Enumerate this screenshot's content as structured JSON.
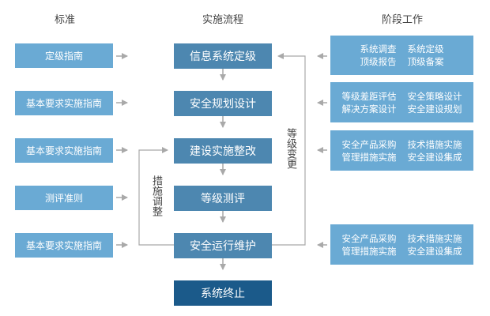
{
  "headers": {
    "standard": "标准",
    "process": "实施流程",
    "work": "阶段工作"
  },
  "standards": [
    "定级指南",
    "基本要求实施指南",
    "基本要求实施指南",
    "测评准则",
    "基本要求实施指南"
  ],
  "process": [
    "信息系统定级",
    "安全规划设计",
    "建设实施整改",
    "等级测评",
    "安全运行维护",
    "系统终止"
  ],
  "work": [
    {
      "lines": [
        [
          "系统调查",
          "系统定级"
        ],
        [
          "顶级报告",
          "顶级备案"
        ]
      ]
    },
    {
      "lines": [
        [
          "等级差距评估",
          "安全策略设计"
        ],
        [
          "解决方案设计",
          "安全建设规划"
        ]
      ]
    },
    {
      "lines": [
        [
          "安全产品采购",
          "技术措施实施"
        ],
        [
          "管理措施实施",
          "安全建设集成"
        ]
      ]
    },
    {
      "lines": [
        [
          "安全产品采购",
          "技术措施实施"
        ],
        [
          "管理措施实施",
          "安全建设集成"
        ]
      ]
    }
  ],
  "labels": {
    "adjust": "措施调整",
    "change": "等级变更"
  },
  "colors": {
    "light_box": "#6aaad4",
    "process_box": "#4d87b0",
    "final_box": "#1b5a8a",
    "arrow": "#a9a9a9"
  }
}
